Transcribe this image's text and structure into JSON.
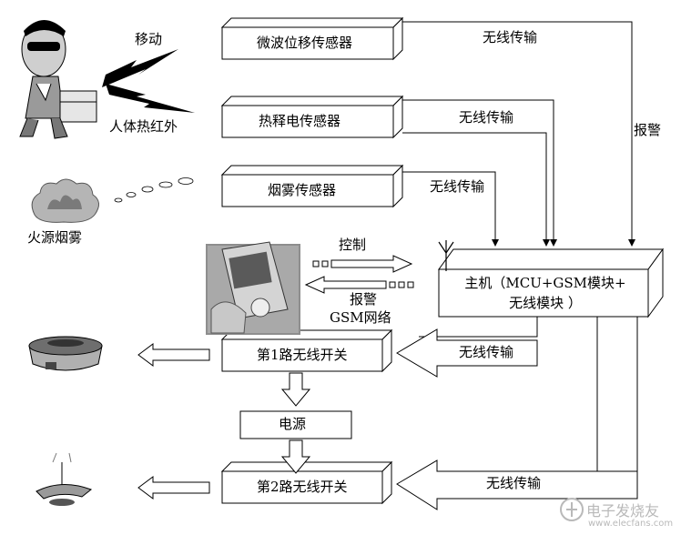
{
  "inputs": {
    "motion": "移动",
    "body_ir": "人体热红外",
    "fire_smoke": "火源烟雾"
  },
  "sensors": {
    "microwave": "微波位移传感器",
    "pyroelectric": "热释电传感器",
    "smoke": "烟雾传感器"
  },
  "host": {
    "line1": "主机（MCU+GSM模块+",
    "line2": "无线模块  ）"
  },
  "phone_link": {
    "control": "控制",
    "alarm": "报警",
    "gsm_network": "GSM网络"
  },
  "switches": {
    "switch1": "第1路无线开关",
    "power": "电源",
    "switch2": "第2路无线开关"
  },
  "links": {
    "wireless_1": "无线传输",
    "wireless_2": "无线传输",
    "wireless_3": "无线传输",
    "wireless_4": "无线传输",
    "wireless_5": "无线传输",
    "alarm_right": "报警"
  },
  "watermark": {
    "cn": "电子发烧友",
    "url": "www.elecfans.com"
  }
}
